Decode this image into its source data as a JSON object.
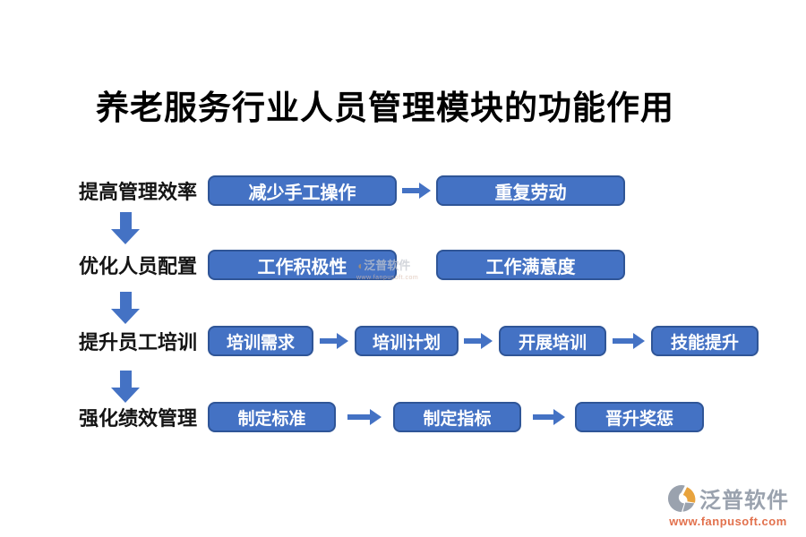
{
  "title": "养老服务行业人员管理模块的功能作用",
  "flow": {
    "rows": [
      {
        "label": "提高管理效率",
        "boxes": [
          "减少手工操作",
          "重复劳动"
        ]
      },
      {
        "label": "优化人员配置",
        "boxes": [
          "工作积极性",
          "工作满意度"
        ]
      },
      {
        "label": "提升员工培训",
        "boxes": [
          "培训需求",
          "培训计划",
          "开展培训",
          "技能提升"
        ]
      },
      {
        "label": "强化绩效管理",
        "boxes": [
          "制定标准",
          "制定指标",
          "晋升奖惩"
        ]
      }
    ]
  },
  "watermark": {
    "brand": "泛普软件",
    "url": "www.fanpusoft.com"
  },
  "footer": {
    "brand": "泛普软件",
    "url": "www.fanpusoft.com"
  },
  "colors": {
    "box_fill": "#4472C4",
    "box_border": "#2F5597",
    "arrow": "#4472C4",
    "box_text": "#FFFFFF",
    "label_text": "#141414",
    "logo_gray": "#9AA2AE",
    "logo_orange": "#E8A33D",
    "url_orange": "#E2714D"
  }
}
